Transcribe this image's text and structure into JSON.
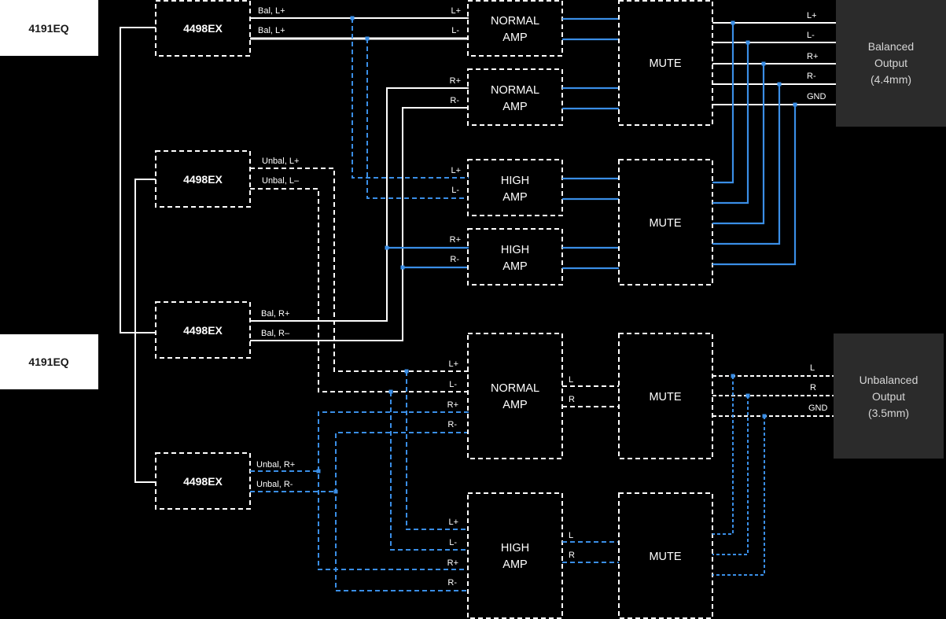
{
  "diagram": {
    "sources": [
      {
        "label": "4191EQ"
      },
      {
        "label": "4191EQ"
      }
    ],
    "dacs": [
      {
        "label": "4498EX",
        "outputs": [
          "Bal, L+",
          "Bal, L+"
        ]
      },
      {
        "label": "4498EX",
        "outputs": [
          "Unbal, L+",
          "Unbal, L–"
        ]
      },
      {
        "label": "4498EX",
        "outputs": [
          "Bal, R+",
          "Bal, R–"
        ]
      },
      {
        "label": "4498EX",
        "outputs": [
          "Unbal, R+",
          "Unbal, R-"
        ]
      }
    ],
    "amps": [
      {
        "line1": "NORMAL",
        "line2": "AMP",
        "inputs": [
          "L+",
          "L-"
        ]
      },
      {
        "line1": "NORMAL",
        "line2": "AMP",
        "inputs": [
          "R+",
          "R-"
        ]
      },
      {
        "line1": "HIGH",
        "line2": "AMP",
        "inputs": [
          "L+",
          "L-"
        ]
      },
      {
        "line1": "HIGH",
        "line2": "AMP",
        "inputs": [
          "R+",
          "R-"
        ]
      },
      {
        "line1": "NORMAL",
        "line2": "AMP",
        "inputs": [
          "L+",
          "L-",
          "R+",
          "R-"
        ],
        "outputs": [
          "L",
          "R"
        ]
      },
      {
        "line1": "HIGH",
        "line2": "AMP",
        "inputs": [
          "L+",
          "L-",
          "R+",
          "R-"
        ],
        "outputs": [
          "L",
          "R"
        ]
      }
    ],
    "mutes": [
      {
        "label": "MUTE"
      },
      {
        "label": "MUTE"
      },
      {
        "label": "MUTE"
      },
      {
        "label": "MUTE"
      }
    ],
    "balanced_output": {
      "line1": "Balanced",
      "line2": "Output",
      "line3": "(4.4mm)",
      "pins": [
        "L+",
        "L-",
        "R+",
        "R-",
        "GND"
      ]
    },
    "unbalanced_output": {
      "line1": "Unbalanced",
      "line2": "Output",
      "line3": "(3.5mm)",
      "pins": [
        "L",
        "R",
        "GND"
      ]
    }
  },
  "colors": {
    "background": "#000000",
    "wire": "#ffffff",
    "accent_wire": "#3a8ee6",
    "output_box": "#2b2b2b",
    "source_box": "#ffffff"
  }
}
